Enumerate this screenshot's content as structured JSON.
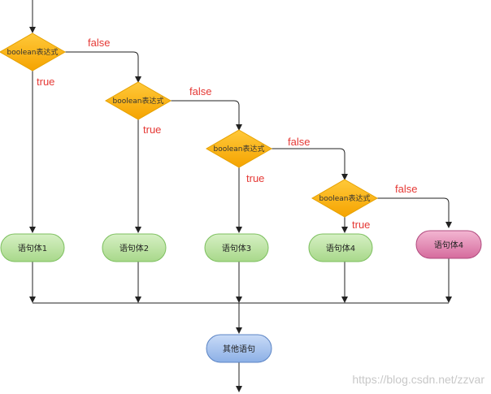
{
  "diagram": {
    "decisions": [
      {
        "label": "boolean表达式"
      },
      {
        "label": "boolean表达式"
      },
      {
        "label": "boolean表达式"
      },
      {
        "label": "boolean表达式"
      }
    ],
    "statements": [
      {
        "label": "语句体1"
      },
      {
        "label": "语句体2"
      },
      {
        "label": "语句体3"
      },
      {
        "label": "语句体4"
      },
      {
        "label": "语句体4"
      }
    ],
    "other": {
      "label": "其他语句"
    },
    "edge_labels": {
      "true": "true",
      "false": "false"
    },
    "colors": {
      "decision_fill": "#ffb300",
      "decision_stroke": "#e6a100",
      "statement_fill": "#b7df9c",
      "statement_stroke": "#7cbf5e",
      "last_fill": "#e48eb6",
      "last_stroke": "#b04a7e",
      "other_fill": "#a6c3ef",
      "other_stroke": "#5b84c4",
      "edge_label_color": "#e53935"
    }
  },
  "watermark": "https://blog.csdn.net/zzvar"
}
